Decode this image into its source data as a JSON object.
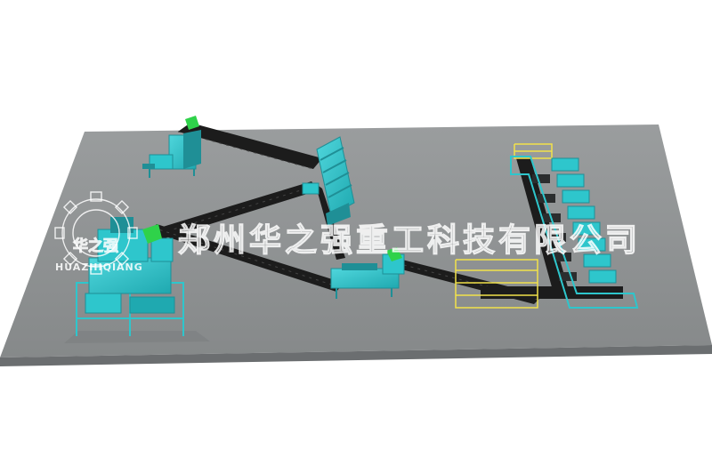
{
  "watermark": {
    "company_name": "郑州华之强重工科技有限公司",
    "logo_chars": "华之强",
    "logo_sub": "HUAZHIQIANG"
  },
  "colors": {
    "background": "#ffffff",
    "platform_top": "#8f9293",
    "platform_edge": "#6b6e70",
    "machine_cyan": "#2ec6cc",
    "machine_dark": "#1f8f96",
    "conveyor_belt": "#1c1c1c",
    "frame_green": "#2fd24a",
    "railing_yellow": "#f2e24a"
  },
  "icons": {
    "logo": "gear-logo-icon"
  }
}
